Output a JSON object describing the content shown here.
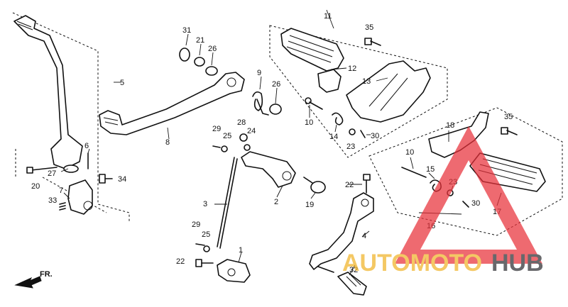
{
  "diagram": {
    "front_indicator": "FR.",
    "callouts": {
      "c1": "1",
      "c2": "2",
      "c3": "3",
      "c4": "4",
      "c5": "5",
      "c6": "6",
      "c7": "7",
      "c8": "8",
      "c9": "9",
      "c10a": "10",
      "c10b": "10",
      "c11": "11",
      "c12": "12",
      "c13": "13",
      "c14": "14",
      "c15": "15",
      "c16": "16",
      "c17": "17",
      "c18": "18",
      "c19": "19",
      "c20": "20",
      "c21": "21",
      "c22a": "22",
      "c22b": "22",
      "c23a": "23",
      "c23b": "23",
      "c24": "24",
      "c25a": "25",
      "c25b": "25",
      "c26a": "26",
      "c26b": "26",
      "c27": "27",
      "c28": "28",
      "c29a": "29",
      "c29b": "29",
      "c30a": "30",
      "c30b": "30",
      "c31": "31",
      "c32": "32",
      "c33": "33",
      "c34": "34",
      "c35a": "35",
      "c35b": "35"
    }
  },
  "watermark": {
    "brand_prefix": "AUTOMOTO",
    "brand_suffix": "HUB",
    "colors": {
      "triangle": "#e8313a",
      "prefix": "#f0b429",
      "suffix": "#2f2f33"
    }
  }
}
